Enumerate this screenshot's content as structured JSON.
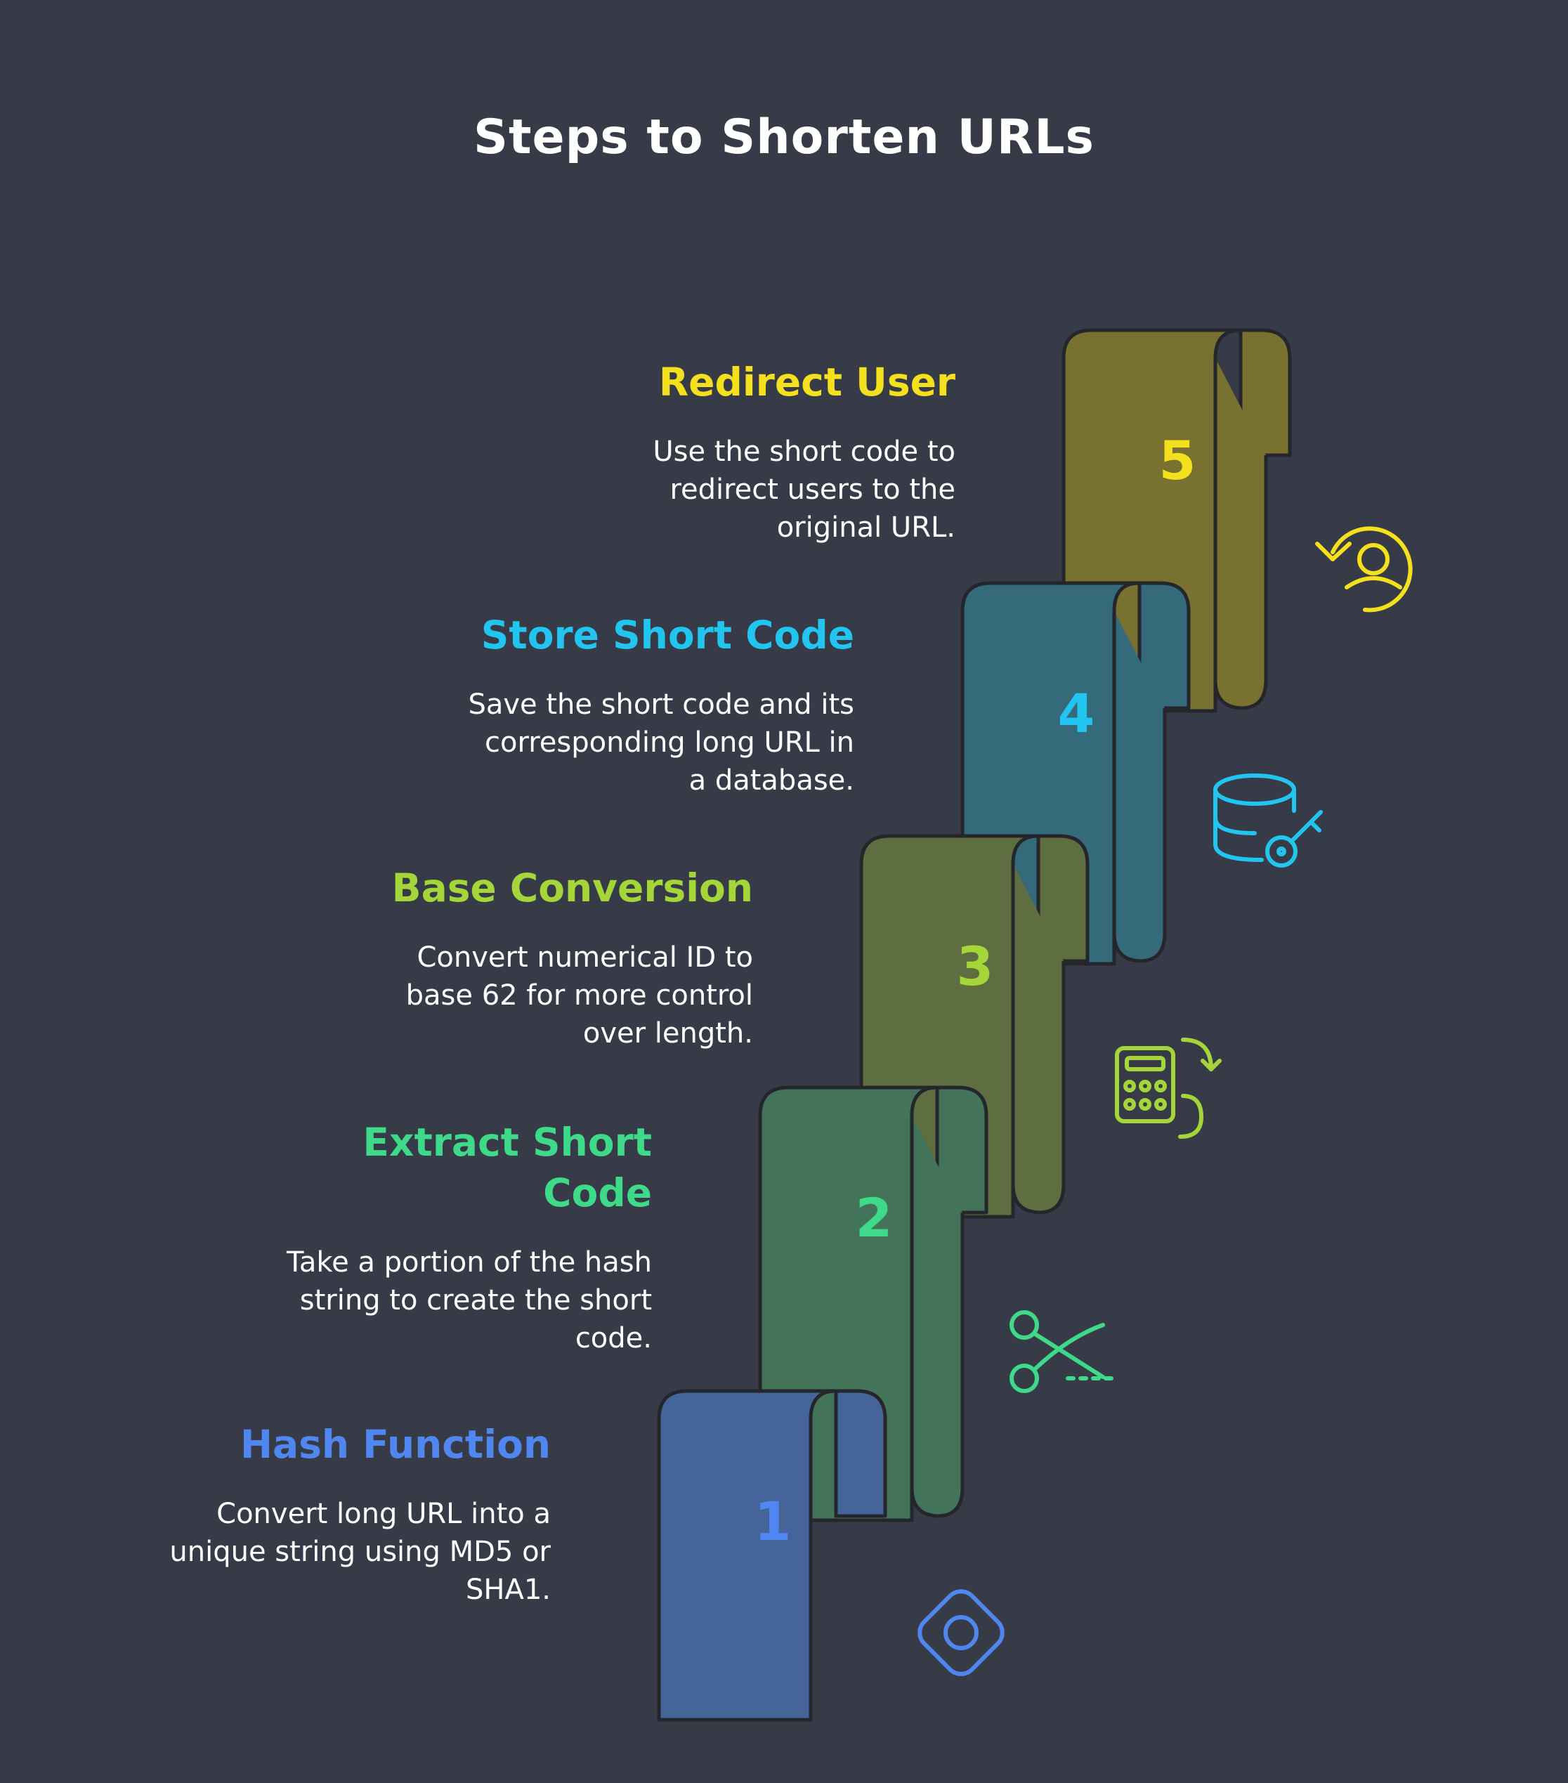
{
  "title": "Steps to Shorten URLs",
  "steps": [
    {
      "number": "1",
      "title": "Hash Function",
      "description": "Convert long URL into a unique string using MD5 or SHA1.",
      "icon": "hash-target-icon",
      "color": "#4f86f0",
      "fill": "#45649a"
    },
    {
      "number": "2",
      "title": "Extract Short Code",
      "description": "Take a portion of the hash string to create the short code.",
      "icon": "scissors-cut-icon",
      "color": "#3fd98a",
      "fill": "#437359"
    },
    {
      "number": "3",
      "title": "Base Conversion",
      "description": "Convert numerical ID to base 62 for more control over length.",
      "icon": "calculator-convert-icon",
      "color": "#a4d639",
      "fill": "#5f6e40"
    },
    {
      "number": "4",
      "title": "Store Short Code",
      "description": "Save the short code and its corresponding long URL in a database.",
      "icon": "database-key-icon",
      "color": "#22c4f0",
      "fill": "#356a7b"
    },
    {
      "number": "5",
      "title": "Redirect User",
      "description": "Use the short code to redirect users to the original URL.",
      "icon": "user-redirect-icon",
      "color": "#f4e01c",
      "fill": "#787130"
    }
  ]
}
